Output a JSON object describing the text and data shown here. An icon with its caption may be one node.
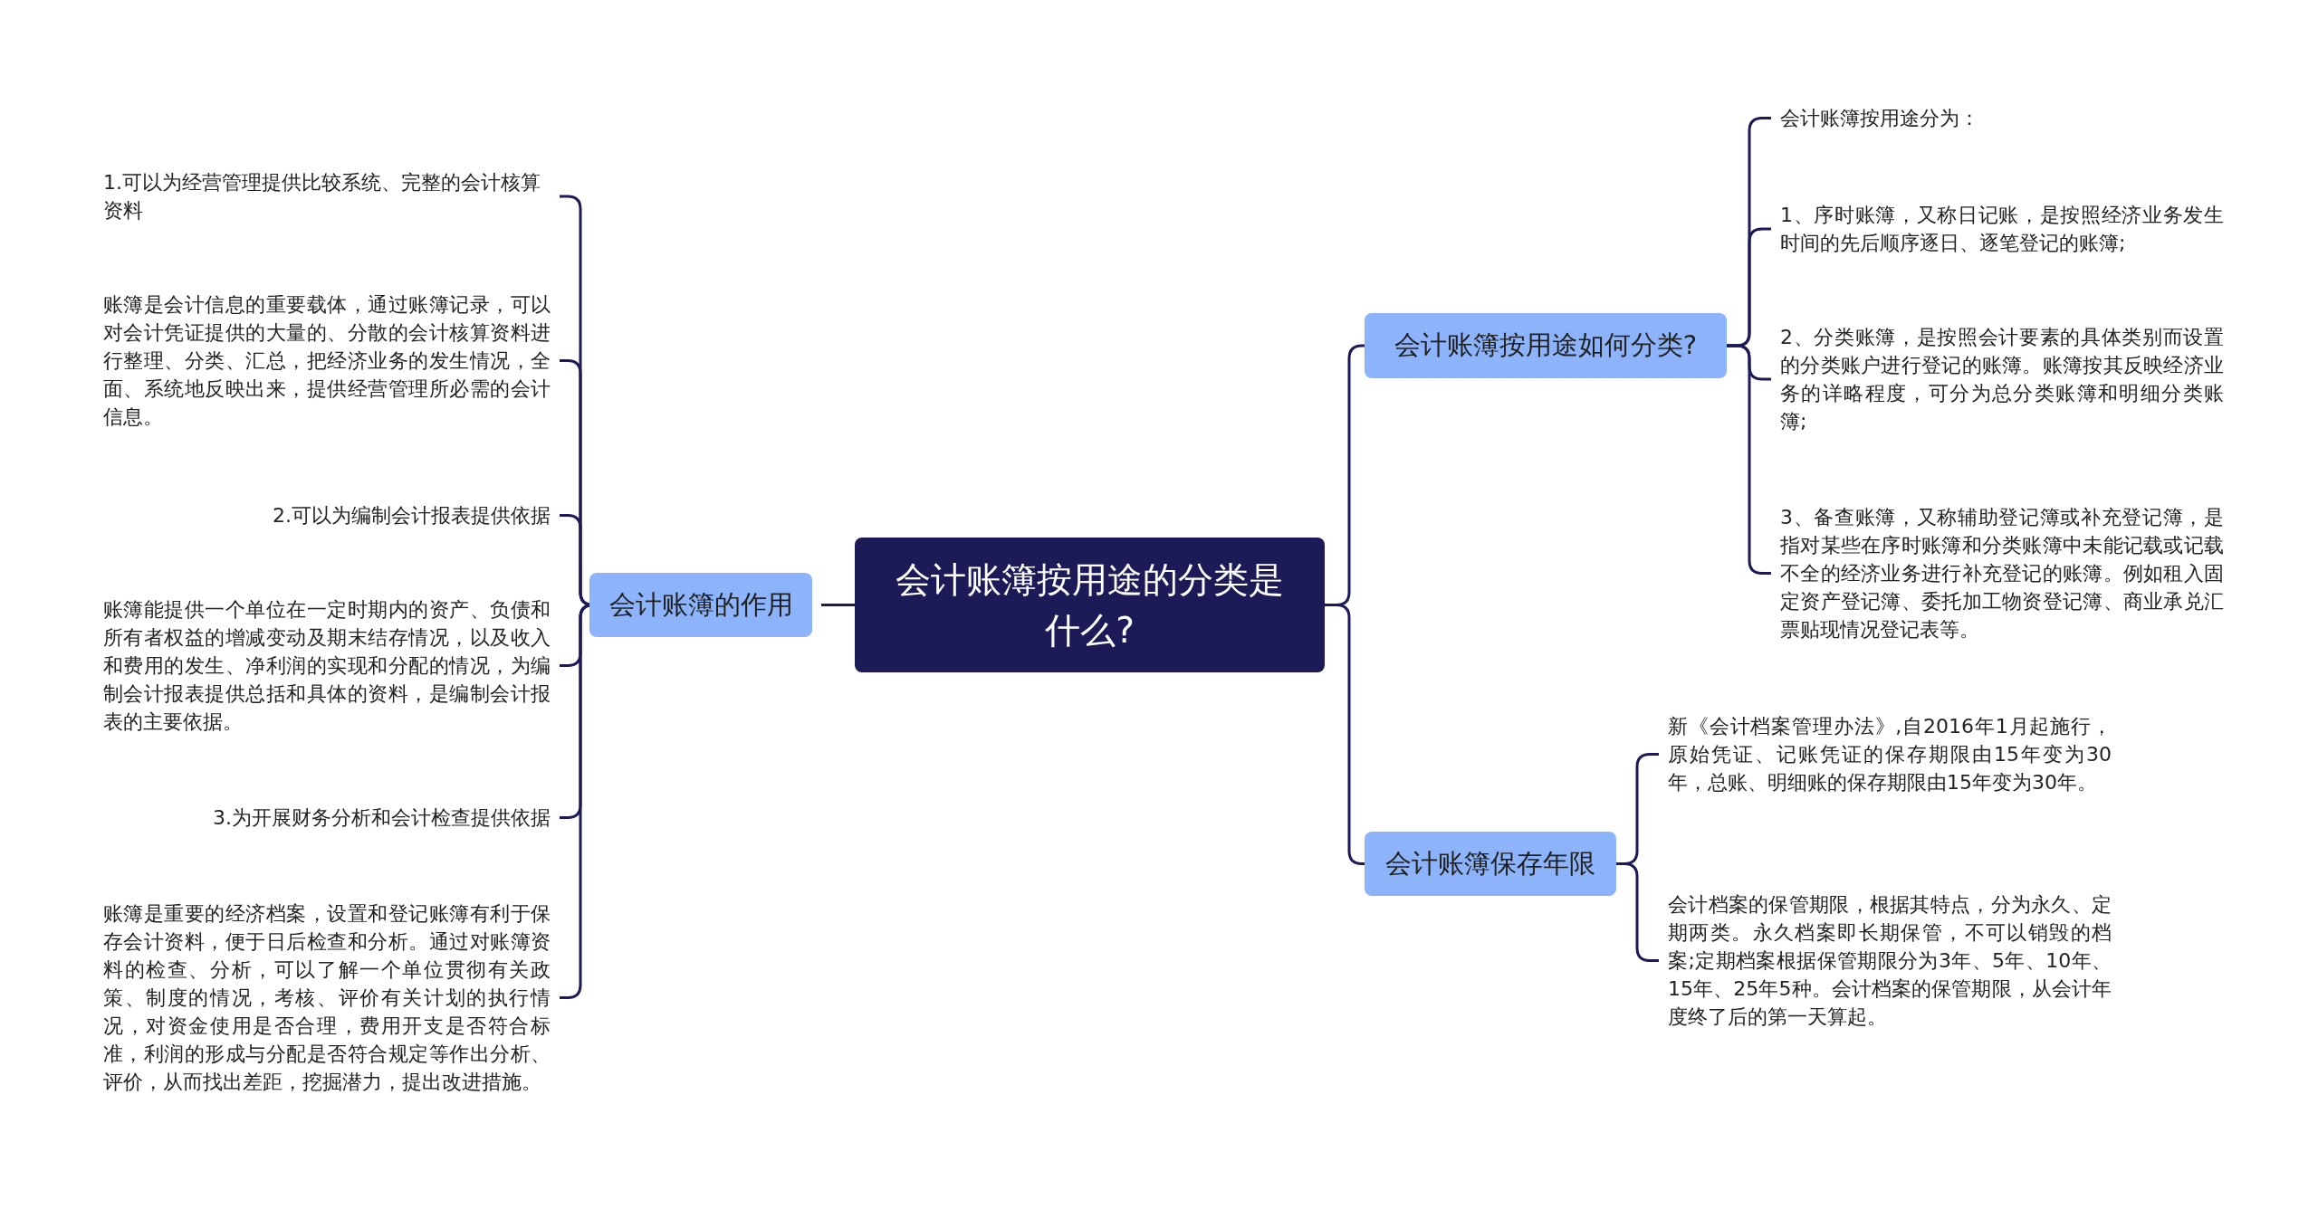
{
  "diagram": {
    "nodes": [
      {
        "text": [
          "会计账簿按用途的分类是什么?"
        ]
      },
      {
        "text": [
          "会计账簿的作用"
        ]
      },
      {
        "text": [
          "1.可以为经营管理提供比较系统、完整的会计核算资料"
        ]
      },
      {
        "text": [
          "账簿是会计信息的重要载体，通过账簿记录，可以对会计凭证提供的大量的、分散的会计核算资料进行整理、分类、汇总，把经济业务的发生情况，全面、系统地反映出来，提供经营管理所必需的会计信息。"
        ]
      },
      {
        "text": [
          "2.可以为编制会计报表提供依据"
        ]
      },
      {
        "text": [
          "账簿能提供一个单位在一定时期内的资产、负债和所有者权益的增减变动及期末结存情况，以及收入和费用的发生、净利润的实现和分配的情况，为编制会计报表提供总括和具体的资料，是编制会计报表的主要依据。"
        ]
      },
      {
        "text": [
          "3.为开展财务分析和会计检查提供依据"
        ]
      },
      {
        "text": [
          "账簿是重要的经济档案，设置和登记账簿有利于保存会计资料，便于日后检查和分析。通过对账簿资料的检查、分析，可以了解一个单位贯彻有关政策、制度的情况，考核、评价有关计划的执行情况，对资金使用是否合理，费用开支是否符合标准，利润的形成与分配是否符合规定等作出分析、评价，从而找出差距，挖掘潜力，提出改进措施。"
        ]
      },
      {
        "text": [
          "会计账簿按用途如何分类?"
        ]
      },
      {
        "text": [
          "会计账簿按用途分为："
        ]
      },
      {
        "text": [
          "1、序时账簿，又称日记账，是按照经济业务发生时间的先后顺序逐日、逐笔登记的账簿;"
        ]
      },
      {
        "text": [
          "2、分类账簿，是按照会计要素的具体类别而设置的分类账户进行登记的账簿。账簿按其反映经济业务的详略程度，可分为总分类账簿和明细分类账簿;"
        ]
      },
      {
        "text": [
          "3、备查账簿，又称辅助登记簿或补充登记簿，是指对某些在序时账簿和分类账簿中未能记载或记载不全的经济业务进行补充登记的账簿。例如租入固定资产登记簿、委托加工物资登记簿、商业承兑汇票贴现情况登记表等。"
        ]
      },
      {
        "text": [
          "会计账簿保存年限"
        ]
      },
      {
        "text": [
          "新《会计档案管理办法》,自2016年1月起施行，原始凭证、记账凭证的保存期限由15年变为30年，总账、明细账的保存期限由15年变为30年。"
        ]
      },
      {
        "text": [
          "会计档案的保管期限，根据其特点，分为永久、定期两类。永久档案即长期保管，不可以销毁的档案;定期档案根据保管期限分为3年、5年、10年、15年、25年5种。会计档案的保管期限，从会计年度终了后的第一天算起。"
        ]
      }
    ],
    "edges": [
      {
        "from": 0,
        "to": 1,
        "arrow": "none"
      },
      {
        "from": 1,
        "to": 2,
        "arrow": "none"
      },
      {
        "from": 1,
        "to": 3,
        "arrow": "none"
      },
      {
        "from": 1,
        "to": 4,
        "arrow": "none"
      },
      {
        "from": 1,
        "to": 5,
        "arrow": "none"
      },
      {
        "from": 1,
        "to": 6,
        "arrow": "none"
      },
      {
        "from": 1,
        "to": 7,
        "arrow": "none"
      },
      {
        "from": 0,
        "to": 8,
        "arrow": "none"
      },
      {
        "from": 8,
        "to": 9,
        "arrow": "none"
      },
      {
        "from": 8,
        "to": 10,
        "arrow": "none"
      },
      {
        "from": 8,
        "to": 11,
        "arrow": "none"
      },
      {
        "from": 8,
        "to": 12,
        "arrow": "none"
      },
      {
        "from": 0,
        "to": 13,
        "arrow": "none"
      },
      {
        "from": 13,
        "to": 14,
        "arrow": "none"
      },
      {
        "from": 13,
        "to": 15,
        "arrow": "none"
      }
    ]
  }
}
